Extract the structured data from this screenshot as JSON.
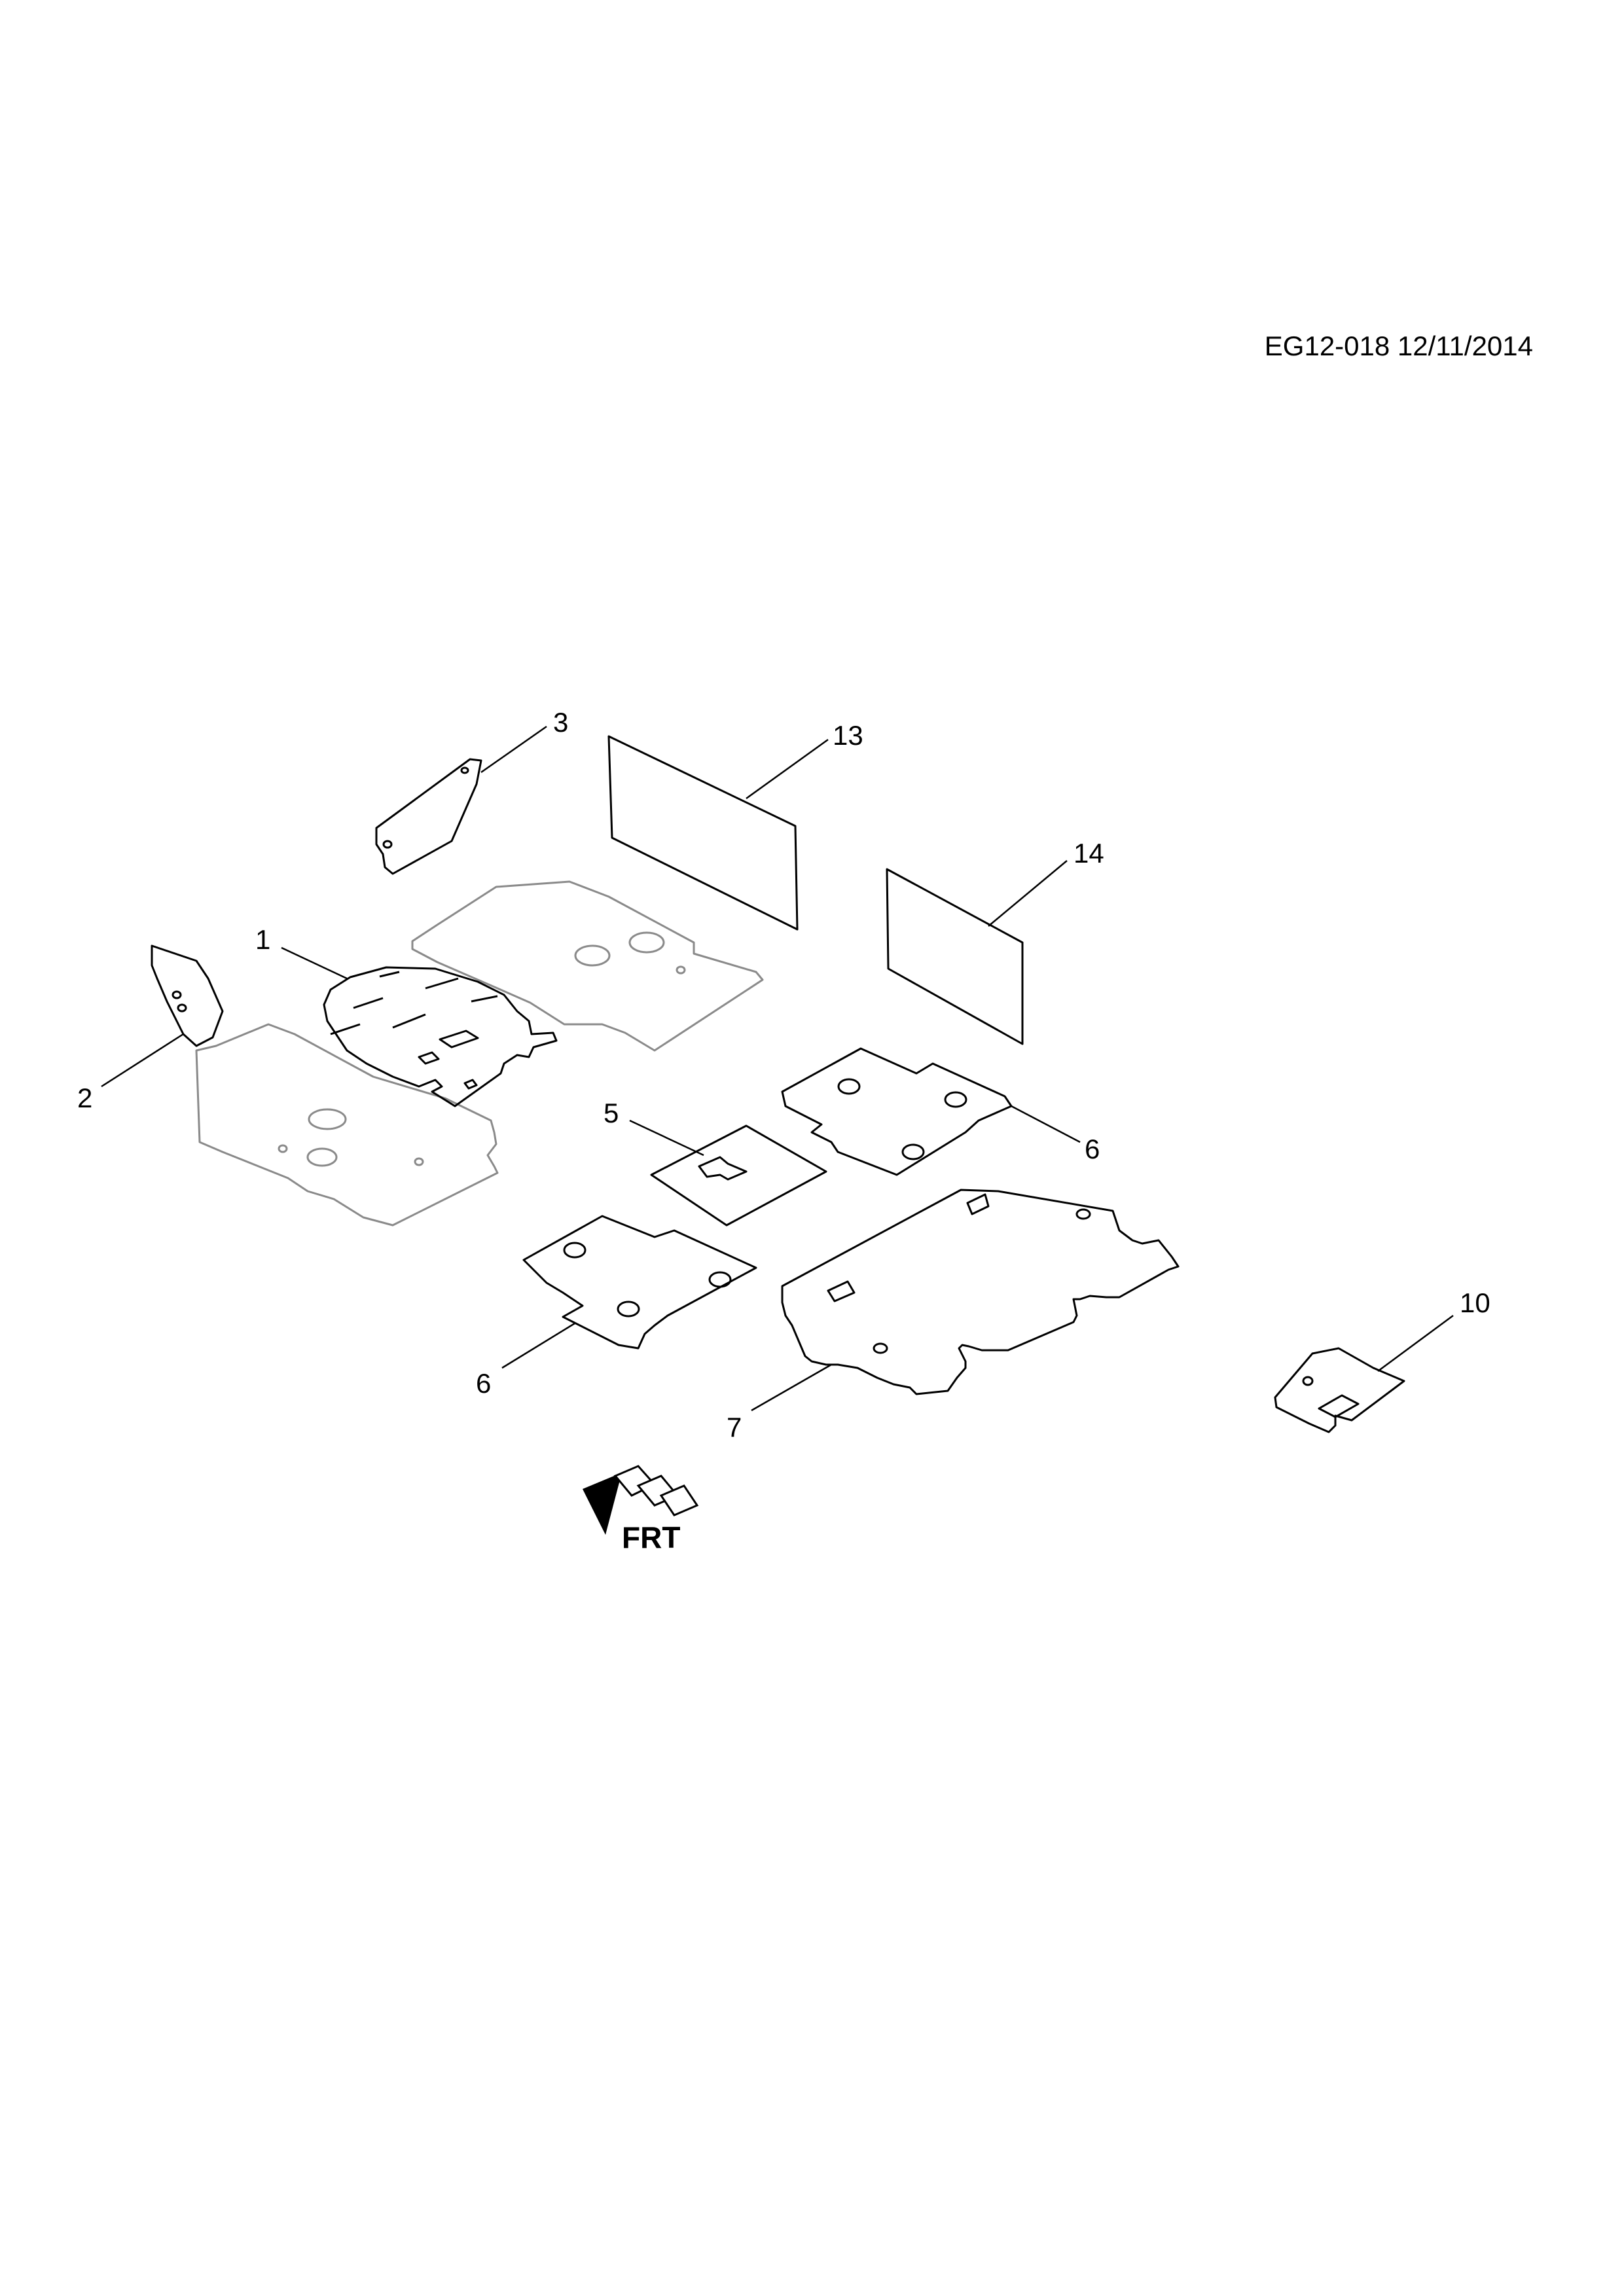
{
  "drawing_code": "EG12-018 12/11/2014",
  "callouts": {
    "part_1": "1",
    "part_2": "2",
    "part_3": "3",
    "part_5": "5",
    "part_6_upper": "6",
    "part_6_lower": "6",
    "part_7": "7",
    "part_10": "10",
    "part_13": "13",
    "part_14": "14"
  },
  "orientation_marker": {
    "icon": "front-direction-arrow-icon",
    "text": "FRT"
  },
  "colors": {
    "line": "#000000",
    "ghost_line": "#8a8a8a",
    "background": "#ffffff"
  }
}
